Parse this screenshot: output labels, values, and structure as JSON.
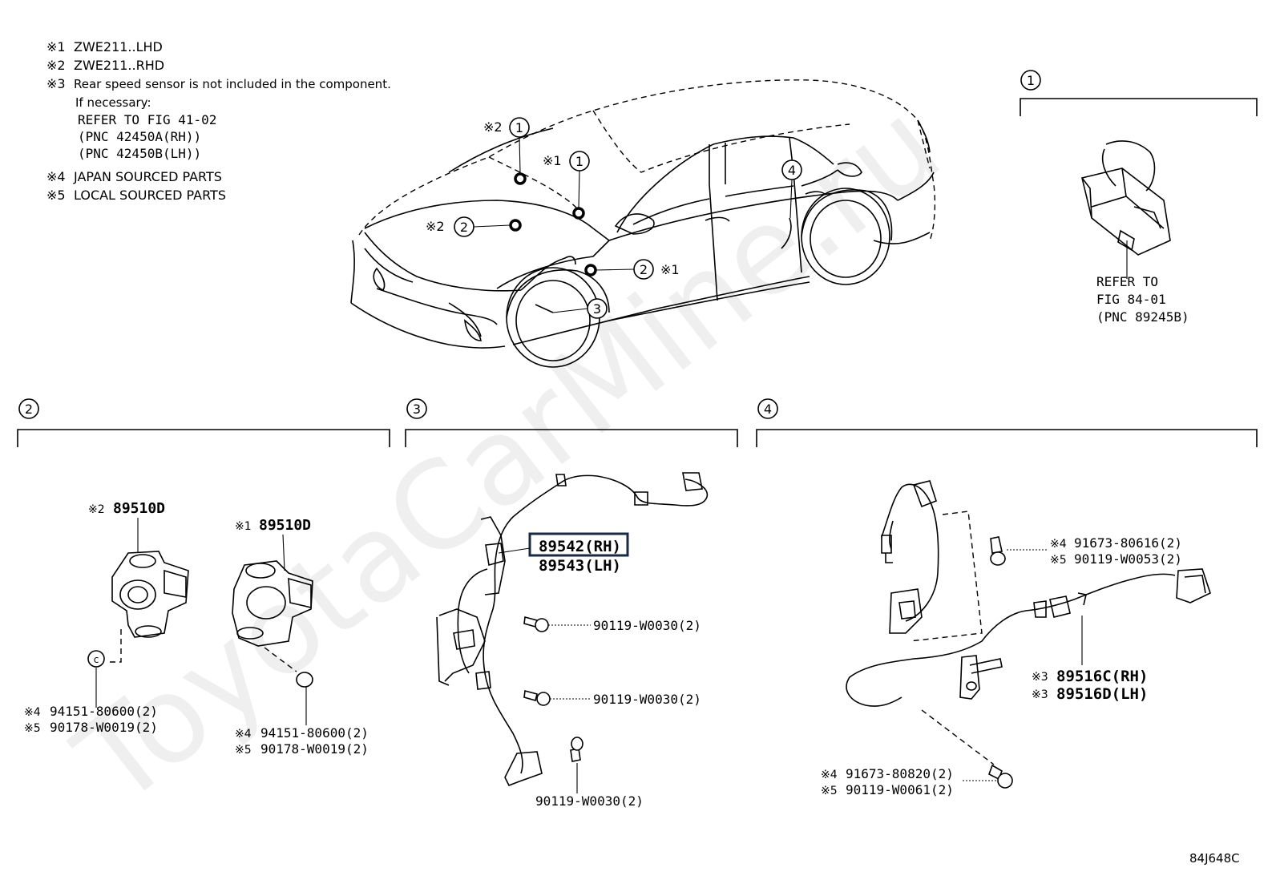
{
  "notes": [
    {
      "mark": "※1",
      "text": "ZWE211..LHD"
    },
    {
      "mark": "※2",
      "text": "ZWE211..RHD"
    },
    {
      "mark": "※3",
      "text": "Rear speed sensor is not included in the component."
    }
  ],
  "note3_extra": {
    "line1": "If necessary:",
    "line2": "REFER TO FIG 41-02",
    "line3": "(PNC 42450A(RH))",
    "line4": "(PNC 42450B(LH))"
  },
  "notes_b": [
    {
      "mark": "※4",
      "text": "JAPAN SOURCED PARTS"
    },
    {
      "mark": "※5",
      "text": "LOCAL SOURCED PARTS"
    }
  ],
  "car_callouts": {
    "c1a_mark": "※2",
    "c1a_num": "1",
    "c1b_mark": "※1",
    "c1b_num": "1",
    "c2a_mark": "※2",
    "c2a_num": "2",
    "c2b_mark": "※1",
    "c2b_num": "2",
    "c3_num": "3",
    "c4_num": "4"
  },
  "section1": {
    "num": "1",
    "ref1": "REFER TO",
    "ref2": "FIG 84-01",
    "ref3": "(PNC 89245B)"
  },
  "section2": {
    "num": "2",
    "left_mark": "※2",
    "left_part": "89510D",
    "right_mark": "※1",
    "right_part": "89510D",
    "left_clip": "c",
    "left_nut_m4": "※4",
    "left_nut_p4": "94151-80600(2)",
    "left_nut_m5": "※5",
    "left_nut_p5": "90178-W0019(2)",
    "right_nut_m4": "※4",
    "right_nut_p4": "94151-80600(2)",
    "right_nut_m5": "※5",
    "right_nut_p5": "90178-W0019(2)"
  },
  "section3": {
    "num": "3",
    "part_rh": "89542(RH)",
    "part_lh": "89543(LH)",
    "bolt1": "90119-W0030(2)",
    "bolt2": "90119-W0030(2)",
    "bolt3": "90119-W0030(2)"
  },
  "section4": {
    "num": "4",
    "top_m4": "※4",
    "top_p4": "91673-80616(2)",
    "top_m5": "※5",
    "top_p5": "90119-W0053(2)",
    "part_m_rh": "※3",
    "part_rh": "89516C(RH)",
    "part_m_lh": "※3",
    "part_lh": "89516D(LH)",
    "bot_m4": "※4",
    "bot_p4": "91673-80820(2)",
    "bot_m5": "※5",
    "bot_p5": "90119-W0061(2)"
  },
  "watermark": "ToyotaCarMine.ru",
  "figure_code": "84J648C"
}
